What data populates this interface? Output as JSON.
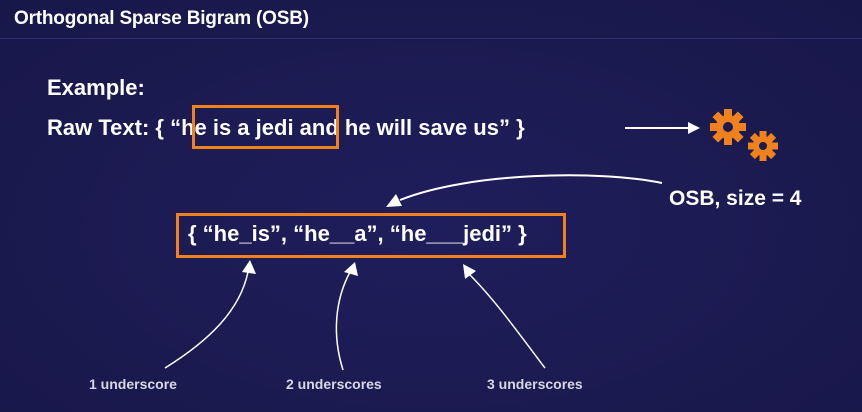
{
  "slide": {
    "title": "Orthogonal Sparse Bigram (OSB)"
  },
  "content": {
    "example_label": "Example:",
    "raw_text_prefix": "Raw Text: { ",
    "raw_text_highlight": "“he is a jedi",
    "raw_text_rest": " and he will save us” }",
    "osb_label": "OSB, size = 4",
    "result_text": "{ “he_is”, “he__a”, “he___jedi” }"
  },
  "captions": {
    "one": "1 underscore",
    "two": "2 underscores",
    "three": "3 underscores"
  },
  "colors": {
    "background": "#1b1a52",
    "accent_orange": "#f0821e",
    "text": "#ffffff"
  },
  "icons": {
    "gears": "gears-icon",
    "arrow": "arrow-right-icon"
  }
}
